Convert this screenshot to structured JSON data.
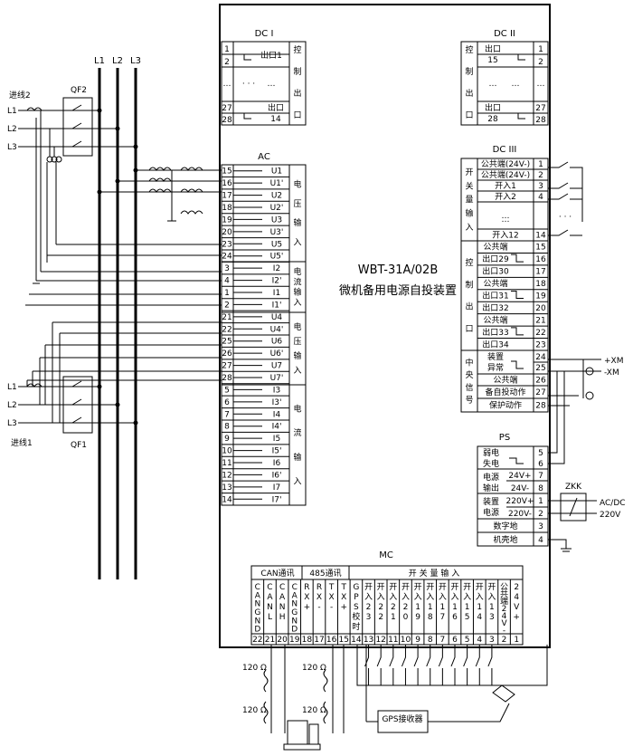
{
  "device": {
    "model": "WBT-31A/02B",
    "name": "微机备用电源自投装置"
  },
  "lines": {
    "L1": "L1",
    "L2": "L2",
    "L3": "L3"
  },
  "incoming": {
    "line2": "进线2",
    "line1": "进线1",
    "qf2": "QF2",
    "qf1": "QF1",
    "l1": "L1",
    "l2": "L2",
    "l3": "L3"
  },
  "dc1": {
    "title": "DC I",
    "outA": "出口1",
    "outB1": "出口",
    "outB2": "14",
    "dots": "…",
    "dots3": "· · ·",
    "side": [
      "控",
      "制",
      "出",
      "口"
    ],
    "terminals": [
      "1",
      "2",
      "…",
      "27",
      "28"
    ]
  },
  "dc2": {
    "title": "DC II",
    "side": [
      "控",
      "制",
      "出",
      "口"
    ],
    "outA1": "出口",
    "outA2": "15",
    "outB1": "出口",
    "outB2": "28",
    "dots": "…",
    "terminals": [
      "1",
      "2",
      "…",
      "27",
      "28"
    ]
  },
  "ac": {
    "title": "AC",
    "rows": [
      {
        "n": "15",
        "s": "U1"
      },
      {
        "n": "16",
        "s": "U1'"
      },
      {
        "n": "17",
        "s": "U2"
      },
      {
        "n": "18",
        "s": "U2'"
      },
      {
        "n": "19",
        "s": "U3"
      },
      {
        "n": "20",
        "s": "U3'"
      },
      {
        "n": "23",
        "s": "U5"
      },
      {
        "n": "24",
        "s": "U5'"
      },
      {
        "n": "3",
        "s": "I2"
      },
      {
        "n": "4",
        "s": "I2'"
      },
      {
        "n": "1",
        "s": "I1"
      },
      {
        "n": "2",
        "s": "I1'"
      },
      {
        "n": "21",
        "s": "U4"
      },
      {
        "n": "22",
        "s": "U4'"
      },
      {
        "n": "25",
        "s": "U6"
      },
      {
        "n": "26",
        "s": "U6'"
      },
      {
        "n": "27",
        "s": "U7"
      },
      {
        "n": "28",
        "s": "U7'"
      },
      {
        "n": "5",
        "s": "I3"
      },
      {
        "n": "6",
        "s": "I3'"
      },
      {
        "n": "7",
        "s": "I4"
      },
      {
        "n": "8",
        "s": "I4'"
      },
      {
        "n": "9",
        "s": "I5"
      },
      {
        "n": "10",
        "s": "I5'"
      },
      {
        "n": "11",
        "s": "I6"
      },
      {
        "n": "12",
        "s": "I6'"
      },
      {
        "n": "13",
        "s": "I7"
      },
      {
        "n": "14",
        "s": "I7'"
      }
    ],
    "groups": [
      {
        "chars": [
          "电",
          "压",
          "输",
          "入"
        ]
      },
      {
        "chars": [
          "电",
          "流",
          "输",
          "入"
        ]
      },
      {
        "chars": [
          "电",
          "压",
          "输",
          "入"
        ]
      },
      {
        "chars": [
          "电",
          "流",
          "输",
          "入"
        ]
      }
    ]
  },
  "dc3": {
    "title": "DC III",
    "sw_side": [
      "开",
      "关",
      "量",
      "输",
      "入"
    ],
    "ctl_side": [
      "控",
      "制",
      "出",
      "口"
    ],
    "sig_side": [
      "中",
      "央",
      "信",
      "号"
    ],
    "sw_rows": [
      {
        "label": "公共端(24V-)",
        "n": "1"
      },
      {
        "label": "公共端(24V-)",
        "n": "2"
      },
      {
        "label": "开入1",
        "n": "3"
      },
      {
        "label": "开入2",
        "n": "4"
      },
      {
        "label": "…",
        "n": ""
      },
      {
        "label": "开入12",
        "n": "14"
      }
    ],
    "ctl_rows": [
      {
        "label": "公共端",
        "n": "15"
      },
      {
        "label": "出口29",
        "n": "16"
      },
      {
        "label": "出口30",
        "n": "17"
      },
      {
        "label": "公共端",
        "n": "18"
      },
      {
        "label": "出口31",
        "n": "19"
      },
      {
        "label": "出口32",
        "n": "20"
      },
      {
        "label": "公共端",
        "n": "21"
      },
      {
        "label": "出口33",
        "n": "22"
      },
      {
        "label": "出口34",
        "n": "23"
      }
    ],
    "sig_rows": [
      {
        "label1": "装置",
        "label2": "异常",
        "n1": "24",
        "n2": "25"
      },
      {
        "label": "公共端",
        "n": "26"
      },
      {
        "label": "备自投动作",
        "n": "27"
      },
      {
        "label": "保护动作",
        "n": "28"
      }
    ],
    "sw_dots": "…",
    "sw_dots2": "· · ·",
    "xm_plus": "+XM",
    "xm_minus": "-XM"
  },
  "ps": {
    "title": "PS",
    "fail1": "弱电",
    "fail2": "失电",
    "out1": "电源",
    "out2": "输出",
    "pwr1": "装置",
    "pwr2": "电源",
    "v24p": "24V+",
    "v24m": "24V-",
    "v220p": "220V+",
    "v220m": "220V-",
    "dgnd": "数字地",
    "chassis": "机壳地",
    "n5": "5",
    "n6": "6",
    "n7": "7",
    "n8": "8",
    "n1": "1",
    "n2": "2",
    "n3": "3",
    "n4": "4",
    "zkk": "ZKK",
    "acdc": "AC/DC",
    "v220": "220V"
  },
  "mc": {
    "title": "MC",
    "can_title": "CAN通讯",
    "rs485_title": "485通讯",
    "switch_title": "开 关 量 输 入",
    "columns": [
      {
        "label": "CANGND",
        "n": "22"
      },
      {
        "label": "CANL",
        "n": "21"
      },
      {
        "label": "CANH",
        "n": "20"
      },
      {
        "label": "CANGND",
        "n": "19"
      },
      {
        "label": "RX+",
        "n": "18"
      },
      {
        "label": "RX-",
        "n": "17"
      },
      {
        "label": "TX-",
        "n": "16"
      },
      {
        "label": "TX+",
        "n": "15"
      },
      {
        "label": "GPS校时",
        "n": "14"
      },
      {
        "label": "开入23",
        "n": "13"
      },
      {
        "label": "开入22",
        "n": "12"
      },
      {
        "label": "开入21",
        "n": "11"
      },
      {
        "label": "开入20",
        "n": "10"
      },
      {
        "label": "开入19",
        "n": "9"
      },
      {
        "label": "开入18",
        "n": "8"
      },
      {
        "label": "开入17",
        "n": "7"
      },
      {
        "label": "开入16",
        "n": "6"
      },
      {
        "label": "开入15",
        "n": "5"
      },
      {
        "label": "开入14",
        "n": "4"
      },
      {
        "label": "开入13",
        "n": "3"
      },
      {
        "label": "公共端24V-",
        "n": "2"
      },
      {
        "label": "24V+",
        "n": "1"
      }
    ],
    "r1": "120 Ω",
    "r2": "120 Ω",
    "r3": "120 Ω",
    "r4": "120 Ω",
    "gps": "GPS接收器"
  }
}
